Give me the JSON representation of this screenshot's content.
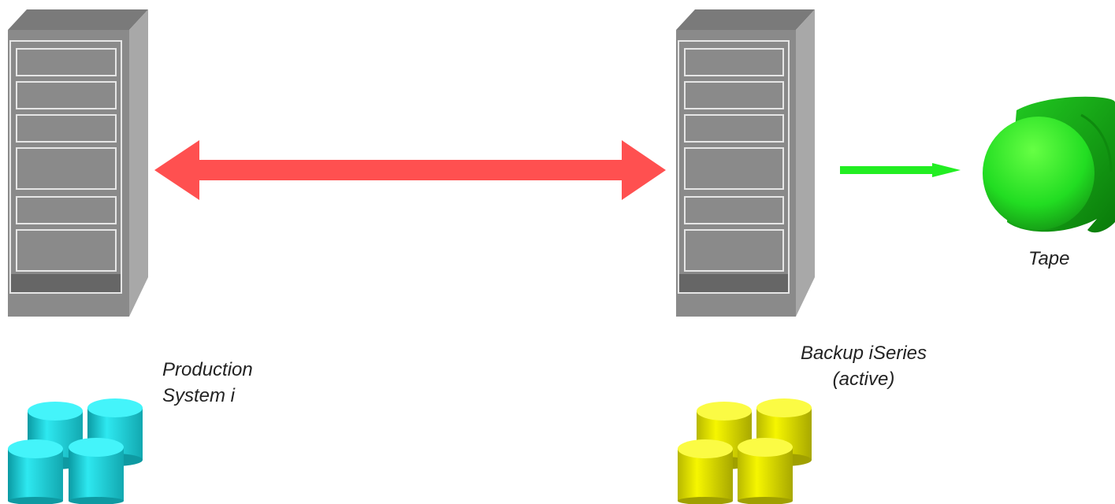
{
  "labels": {
    "production_line1": "Production",
    "production_line2": "System i",
    "backup_line1": "Backup iSeries",
    "backup_line2": "(active)",
    "tape": "Tape"
  },
  "colors": {
    "server_front": "#8a8a8a",
    "server_side": "#a8a8a8",
    "server_top": "#7a7a7a",
    "server_base": "#666666",
    "server_drive_border": "#e6e6e6",
    "replication_arrow": "#ff5050",
    "backup_arrow": "#22ee22",
    "tape": "#22dd22",
    "production_disks": "#2ee8f0",
    "backup_disks": "#f2f200"
  },
  "icons": {
    "production_server": "server-tower-icon",
    "backup_server": "server-tower-icon",
    "tape": "tape-reel-icon",
    "production_storage": "disk-stack-icon",
    "backup_storage": "disk-stack-icon",
    "replication": "double-arrow-icon",
    "backup_flow": "arrow-right-icon"
  }
}
